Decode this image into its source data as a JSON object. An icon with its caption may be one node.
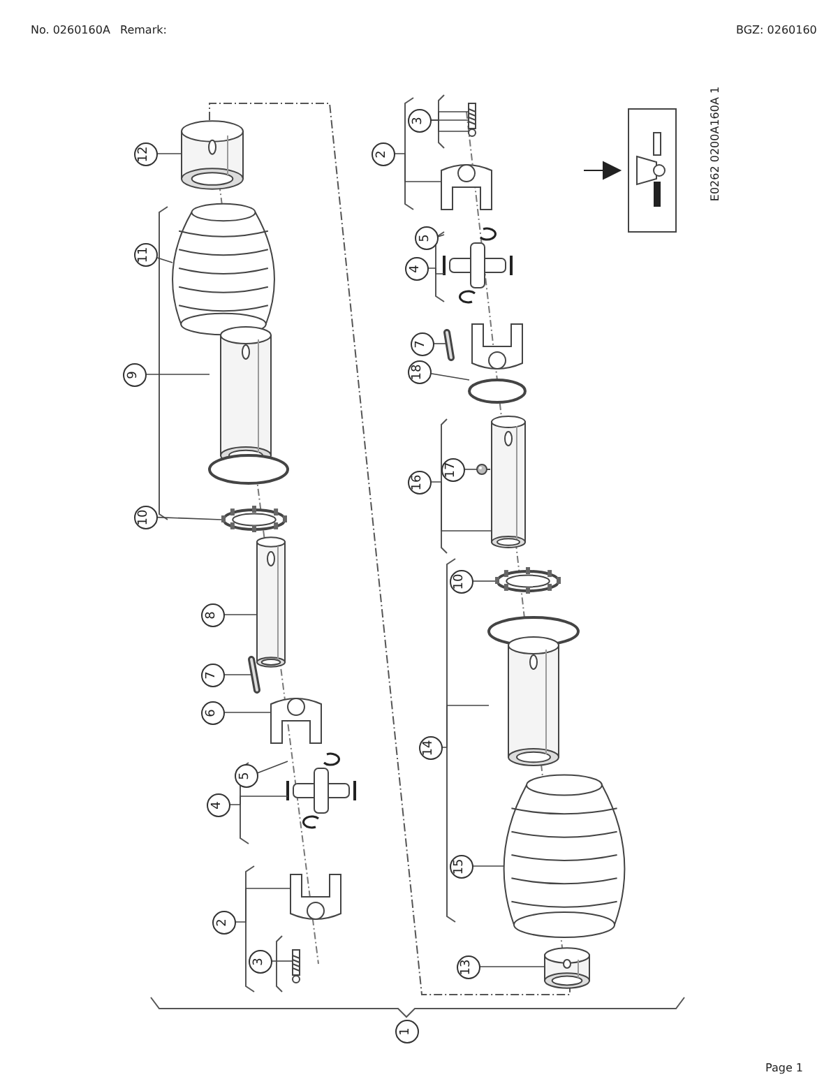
{
  "diagram": {
    "nodes": [
      {
        "text": [
          "12"
        ]
      },
      {
        "text": [
          "11"
        ]
      },
      {
        "text": [
          "9"
        ]
      },
      {
        "text": [
          "10"
        ]
      },
      {
        "text": [
          "8"
        ]
      },
      {
        "text": [
          "7"
        ]
      },
      {
        "text": [
          "6"
        ]
      },
      {
        "text": [
          "5"
        ]
      },
      {
        "text": [
          "4"
        ]
      },
      {
        "text": [
          "2"
        ]
      },
      {
        "text": [
          "3"
        ]
      },
      {
        "text": [
          "1"
        ]
      },
      {
        "text": [
          "3"
        ]
      },
      {
        "text": [
          "2"
        ]
      },
      {
        "text": [
          "5"
        ]
      },
      {
        "text": [
          "4"
        ]
      },
      {
        "text": [
          "7"
        ]
      },
      {
        "text": [
          "18"
        ]
      },
      {
        "text": [
          "16"
        ]
      },
      {
        "text": [
          "17"
        ]
      },
      {
        "text": [
          "10"
        ]
      },
      {
        "text": [
          "14"
        ]
      },
      {
        "text": [
          "15"
        ]
      },
      {
        "text": [
          "13"
        ]
      },
      {
        "text": [],
        "shape": "picture"
      },
      {
        "text": [],
        "shape": "picture"
      },
      {
        "text": [],
        "shape": "picture"
      },
      {
        "text": [],
        "shape": "picture"
      },
      {
        "text": [],
        "shape": "picture"
      },
      {
        "text": [],
        "shape": "picture"
      },
      {
        "text": [],
        "shape": "picture"
      },
      {
        "text": [],
        "shape": "picture"
      },
      {
        "text": [],
        "shape": "picture"
      },
      {
        "text": [],
        "shape": "picture"
      },
      {
        "text": [],
        "shape": "picture"
      },
      {
        "text": [],
        "shape": "picture"
      },
      {
        "text": [],
        "shape": "picture"
      },
      {
        "text": [],
        "shape": "picture"
      },
      {
        "text": [],
        "shape": "picture"
      },
      {
        "text": [],
        "shape": "picture"
      },
      {
        "text": [],
        "shape": "picture"
      },
      {
        "text": [],
        "shape": "picture"
      },
      {
        "text": [],
        "shape": "picture"
      },
      {
        "text": [],
        "shape": "picture"
      },
      {
        "text": [],
        "shape": "picture"
      }
    ],
    "edges": [
      {
        "from": 0,
        "to": 24,
        "arrow": "none"
      },
      {
        "from": 1,
        "to": 25,
        "arrow": "none"
      },
      {
        "from": 2,
        "to": 26,
        "arrow": "none"
      },
      {
        "from": 3,
        "to": 27,
        "arrow": "none"
      },
      {
        "from": 4,
        "to": 28,
        "arrow": "none"
      },
      {
        "from": 5,
        "to": 29,
        "arrow": "none"
      },
      {
        "from": 6,
        "to": 30,
        "arrow": "none"
      },
      {
        "from": 7,
        "to": 31,
        "arrow": "none"
      },
      {
        "from": 8,
        "to": 31,
        "arrow": "none"
      },
      {
        "from": 9,
        "to": 32,
        "arrow": "none"
      },
      {
        "from": 10,
        "to": 33,
        "arrow": "none"
      },
      {
        "from": 12,
        "to": 34,
        "arrow": "none"
      },
      {
        "from": 12,
        "to": 34,
        "arrow": "none"
      },
      {
        "from": 12,
        "to": 34,
        "arrow": "none"
      },
      {
        "from": 13,
        "to": 35,
        "arrow": "none"
      },
      {
        "from": 14,
        "to": 36,
        "arrow": "none"
      },
      {
        "from": 15,
        "to": 36,
        "arrow": "none"
      },
      {
        "from": 16,
        "to": 37,
        "arrow": "none"
      },
      {
        "from": 17,
        "to": 38,
        "arrow": "none"
      },
      {
        "from": 18,
        "to": 40,
        "arrow": "none"
      },
      {
        "from": 19,
        "to": 39,
        "arrow": "none"
      },
      {
        "from": 20,
        "to": 41,
        "arrow": "none"
      },
      {
        "from": 21,
        "to": 42,
        "arrow": "none"
      },
      {
        "from": 22,
        "to": 43,
        "arrow": "none"
      },
      {
        "from": 23,
        "to": 44,
        "arrow": "none"
      }
    ],
    "labels": [
      "No. 0260160A",
      "Remark:",
      "BGZ: 0260160",
      "E0262 0200A160A 1",
      "Page 1"
    ]
  }
}
